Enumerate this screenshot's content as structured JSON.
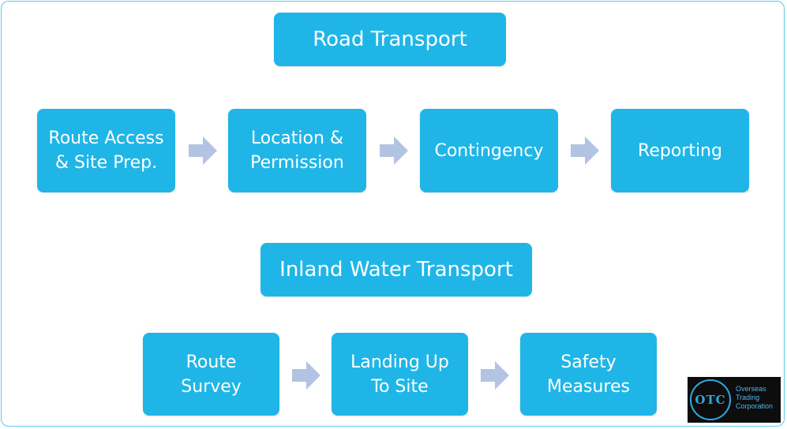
{
  "road": {
    "title": "Road Transport",
    "steps": [
      {
        "label": "Route Access\n& Site Prep."
      },
      {
        "label": "Location &\nPermission"
      },
      {
        "label": "Contingency"
      },
      {
        "label": "Reporting"
      }
    ]
  },
  "water": {
    "title": "Inland Water Transport",
    "steps": [
      {
        "label": "Route\nSurvey"
      },
      {
        "label": "Landing Up\nTo Site"
      },
      {
        "label": "Safety\nMeasures"
      }
    ]
  },
  "logo": {
    "mark": "OTC",
    "line1": "Overseas",
    "line2": "Trading",
    "line3": "Corporation"
  },
  "colors": {
    "box": "#1fb6e7",
    "arrow": "#b3c3e3",
    "border": "#5cc8ec"
  }
}
